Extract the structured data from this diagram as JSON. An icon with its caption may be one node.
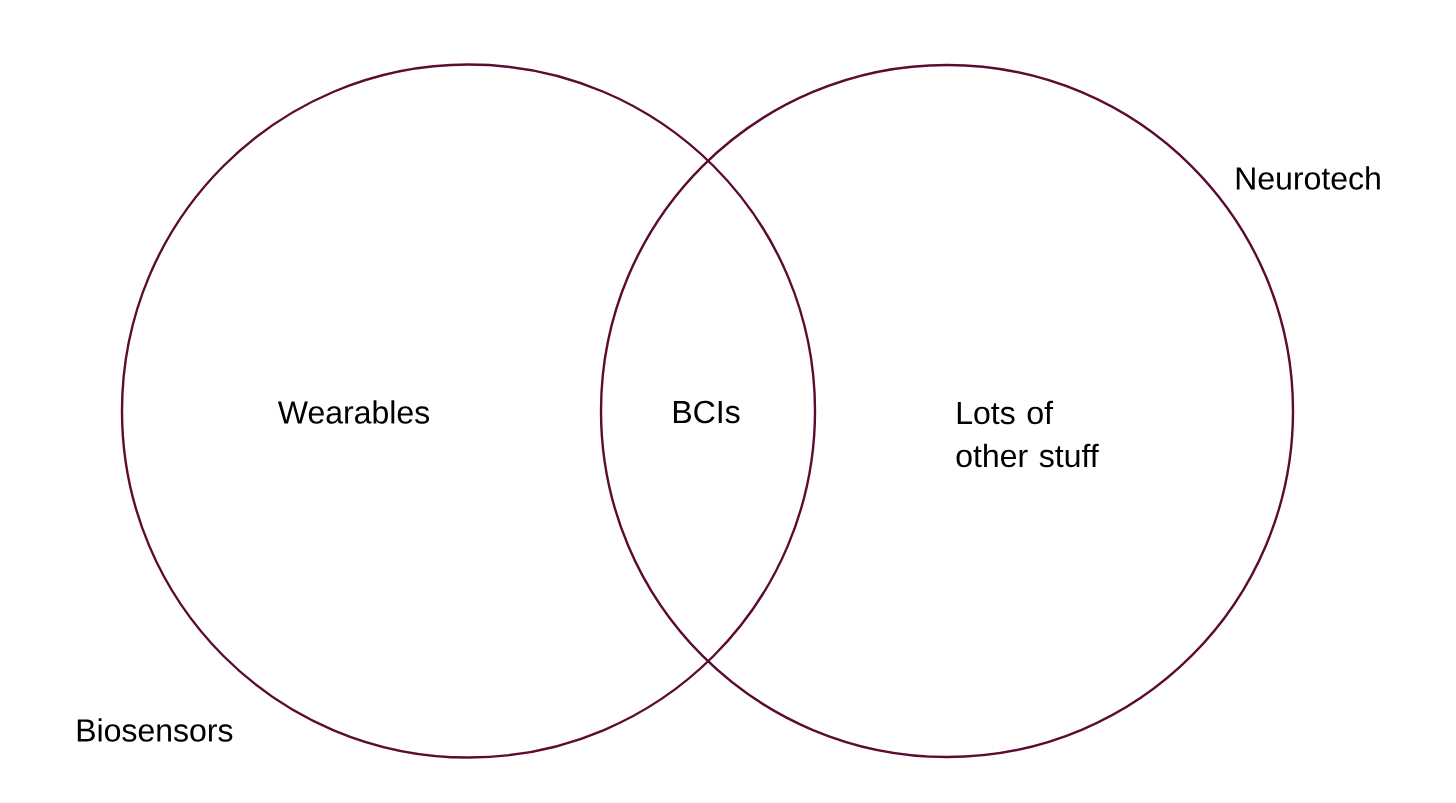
{
  "diagram": {
    "nodes": [
      {
        "text": [
          "Biosensors",
          "Wearables"
        ]
      },
      {
        "text": [
          "Neurotech",
          "Lots of other stuff"
        ]
      }
    ],
    "labels": [
      "BCIs"
    ]
  }
}
